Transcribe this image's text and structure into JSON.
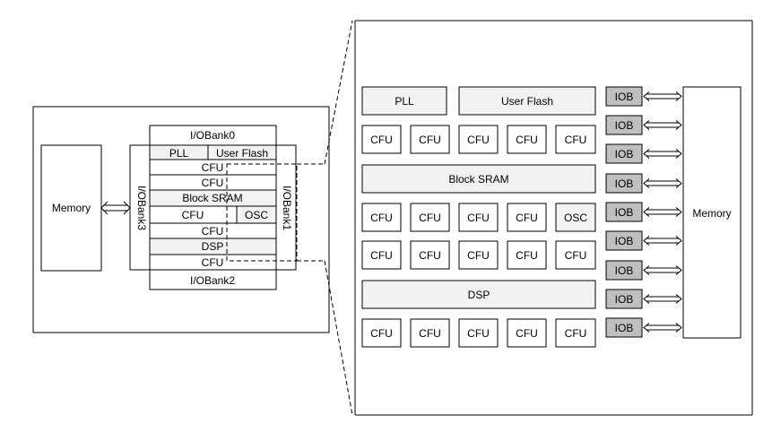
{
  "left": {
    "memory": "Memory",
    "iobank0": "I/OBank0",
    "iobank1": "I/OBank1",
    "iobank2": "I/OBank2",
    "iobank3": "I/OBank3",
    "pll": "PLL",
    "user_flash": "User Flash",
    "cfu": "CFU",
    "block_sram": "Block SRAM",
    "osc": "OSC",
    "dsp": "DSP"
  },
  "right": {
    "pll": "PLL",
    "user_flash": "User Flash",
    "cfu": "CFU",
    "block_sram": "Block SRAM",
    "osc": "OSC",
    "dsp": "DSP",
    "iob": "IOB",
    "memory": "Memory"
  },
  "colors": {
    "light_fill": "#f2f2f2",
    "iob_fill": "#bfbfbf",
    "stroke": "#000000"
  }
}
